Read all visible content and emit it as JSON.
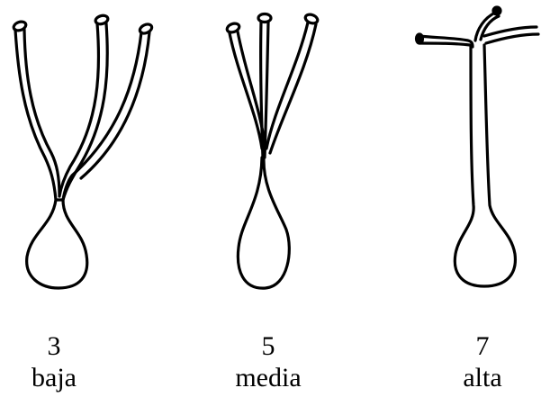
{
  "panels": [
    {
      "number": "3",
      "label": "baja"
    },
    {
      "number": "5",
      "label": "media"
    },
    {
      "number": "7",
      "label": "alta"
    }
  ],
  "colors": {
    "ink": "#000000",
    "background": "#ffffff"
  }
}
